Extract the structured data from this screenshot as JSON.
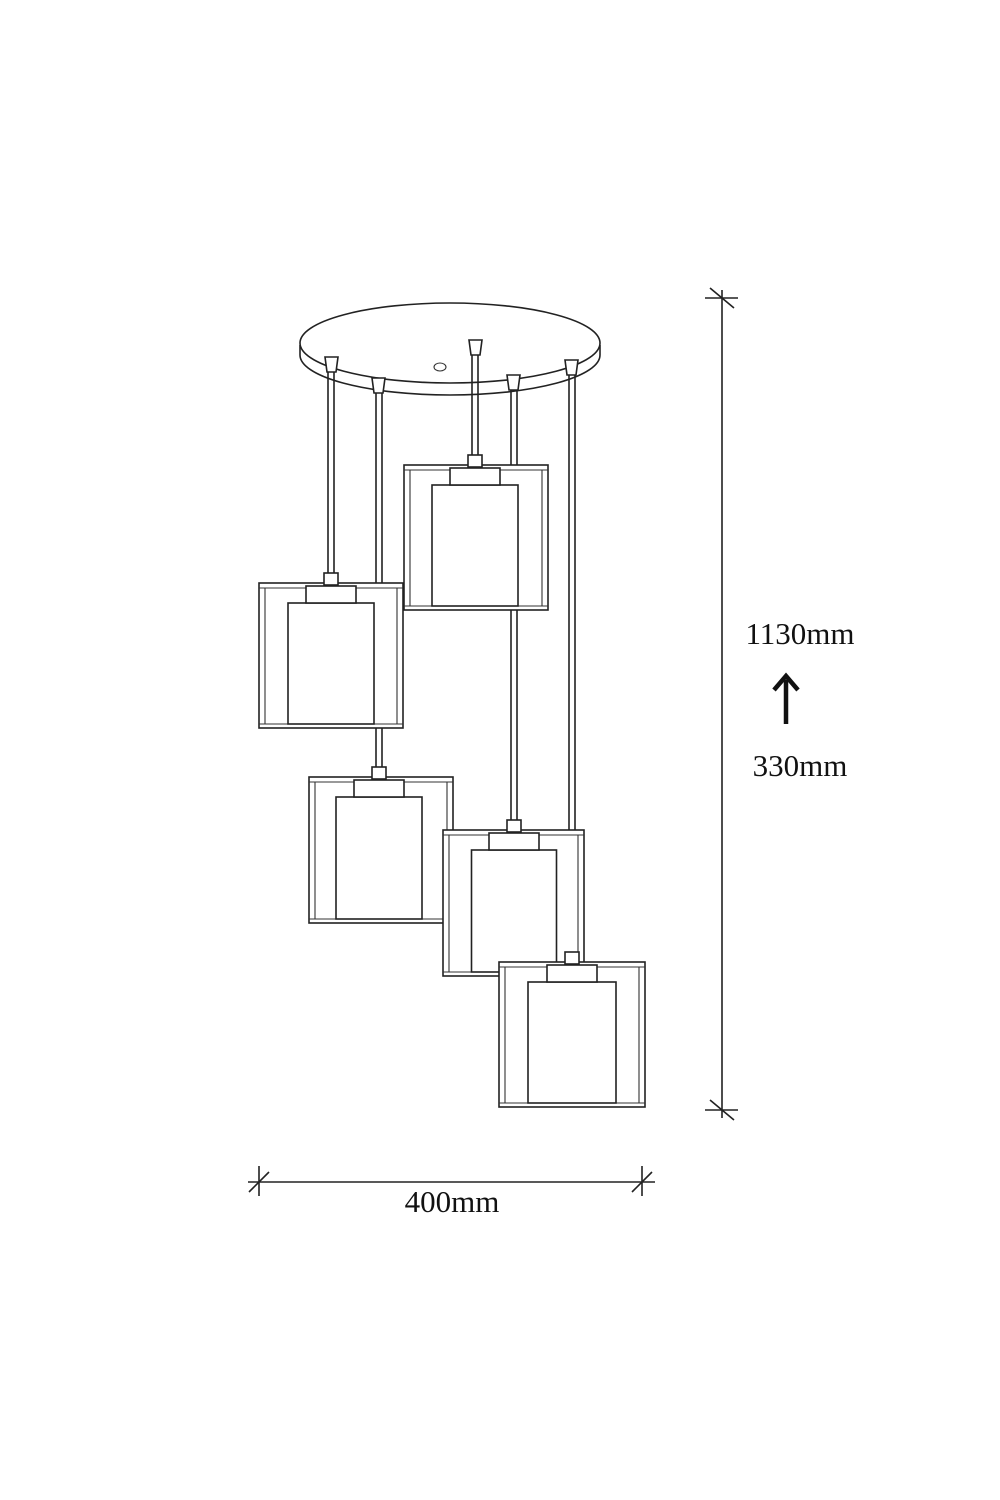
{
  "dimensions": {
    "max_height": "1130mm",
    "min_height": "330mm",
    "width": "400mm"
  },
  "colors": {
    "line": "#222222",
    "background": "#ffffff"
  },
  "icons": {
    "adjust_arrow": "up-arrow-icon"
  }
}
